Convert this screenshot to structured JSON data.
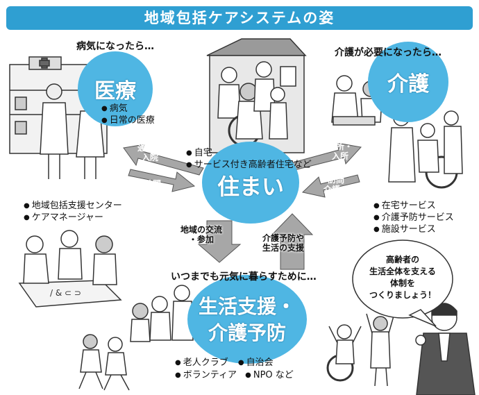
{
  "title": "地域包括ケアシステムの姿",
  "medical": {
    "heading": "病気になったら…",
    "circle": "医療",
    "items": [
      "病気",
      "日常の医療"
    ]
  },
  "care": {
    "heading": "介護が必要になったら…",
    "circle": "介護",
    "items": [
      "在宅サービス",
      "介護予防サービス",
      "施設サービス"
    ]
  },
  "housing": {
    "circle": "住まい",
    "items": [
      "自宅",
      "サービス付き高齢者住宅など"
    ]
  },
  "support": {
    "heading": "いつまでも元気に暮らすために…",
    "circle_line1": "生活支援・",
    "circle_line2": "介護予防",
    "items_row1": [
      "老人クラブ",
      "自治会"
    ],
    "items_row2": [
      "ボランティア",
      "NPO など"
    ]
  },
  "coordination": {
    "items": [
      "地域包括支援センター",
      "ケアマネージャー"
    ]
  },
  "arrows": {
    "outpatient": "通院・\n入院",
    "home_visit_medical": "訪問\n診療",
    "outpatient_care": "通所・\n入所",
    "home_visit_care": "訪問\n介護・\n看護",
    "community": "地域の交流\n・参加",
    "prevention": "介護予防や\n生活の支援"
  },
  "speech_bubble": "高齢者の\n生活全体を支える\n体制を\nつくりましょう！",
  "colors": {
    "accent": "#2f9fd2",
    "circle": "#4fb6e3",
    "arrow": "#a9a9a9"
  }
}
